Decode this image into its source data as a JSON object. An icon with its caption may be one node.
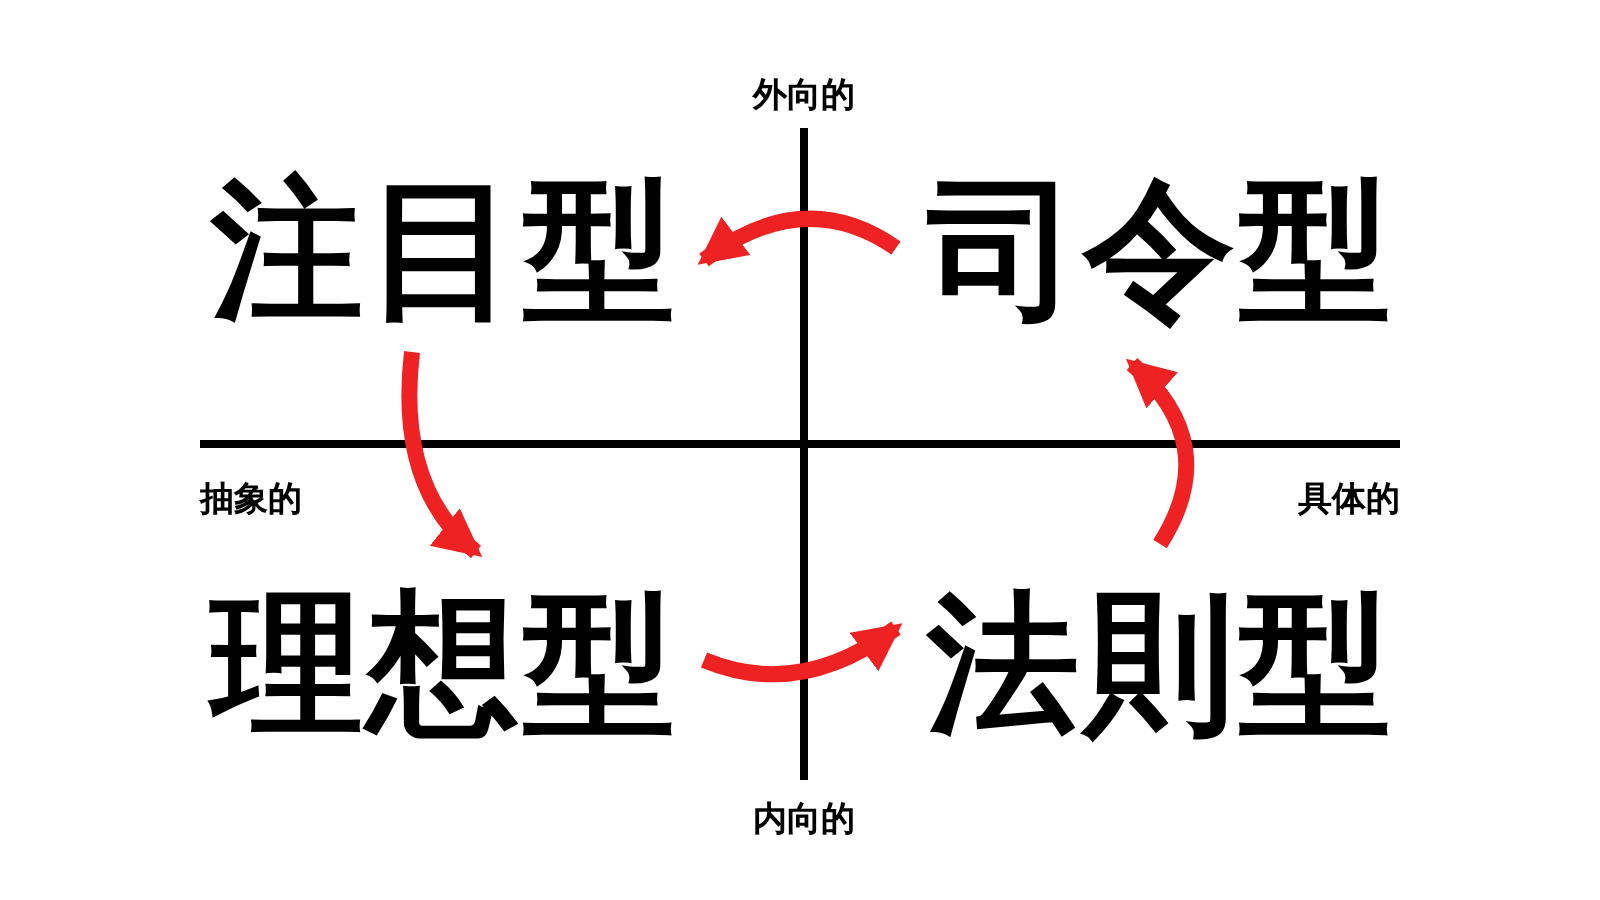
{
  "diagram": {
    "nodes": [
      {
        "text": [
          "注目型"
        ]
      },
      {
        "text": [
          "司令型"
        ]
      },
      {
        "text": [
          "理想型"
        ]
      },
      {
        "text": [
          "法則型"
        ]
      }
    ],
    "edges": [
      {
        "from": 1,
        "to": 0,
        "arrow": "to"
      },
      {
        "from": 0,
        "to": 2,
        "arrow": "to"
      },
      {
        "from": 2,
        "to": 3,
        "arrow": "to"
      },
      {
        "from": 3,
        "to": 1,
        "arrow": "to"
      }
    ],
    "labels": [
      "外向的",
      "抽象的",
      "具体的",
      "内向的"
    ]
  }
}
